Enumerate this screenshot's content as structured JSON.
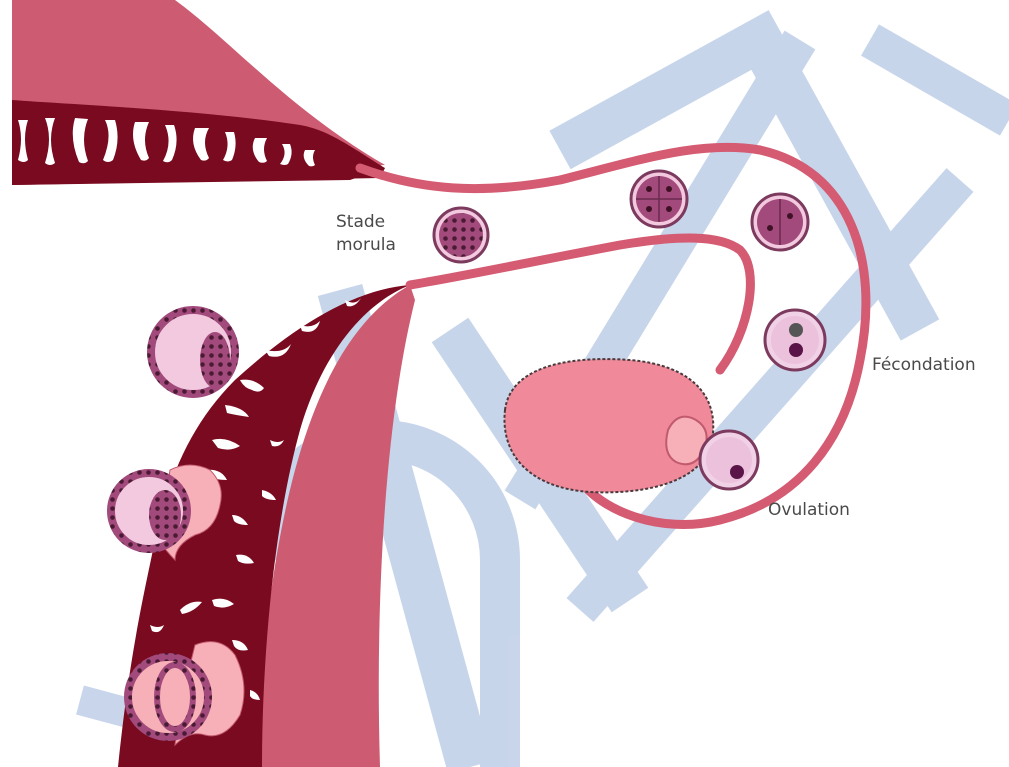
{
  "labels": {
    "morula_line1": "Stade",
    "morula_line2": "morula",
    "fecondation": "Fécondation",
    "ovulation": "Ovulation"
  },
  "watermark": {
    "letters": "CIAMEN",
    "color": "#c5d3ea"
  },
  "colors": {
    "uterine_wall": "#cd5c72",
    "endometrium": "#7a0a1f",
    "tube": "#d45b72",
    "ovary": "#f08a9a",
    "cell_fill": "#a24a7c",
    "cell_nucleus": "#3e1224",
    "oocyte_fill": "#f1d1e6",
    "blastocyst_fill": "#f7b0b8"
  },
  "icons": [
    "morula-cell",
    "two-cell-embryo",
    "four-cell-embryo",
    "fertilized-oocyte",
    "ovulated-oocyte",
    "blastocyst"
  ]
}
